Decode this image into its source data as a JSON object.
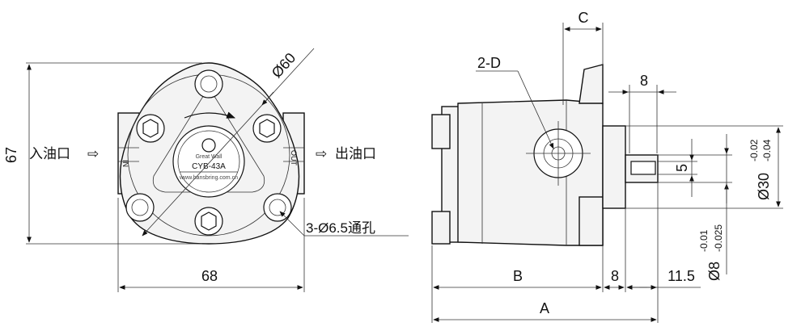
{
  "front_view": {
    "label_height": "67",
    "label_width": "68",
    "label_diameter": "Ø60",
    "label_holes": "3-Ø6.5通孔",
    "label_inlet": "入油口",
    "label_outlet": "出油口",
    "arrow_glyph": "⇨",
    "marking_in": "IN",
    "marking_out": "OUT",
    "plate_brand": "Great Wall",
    "plate_model": "CYB-43A",
    "plate_caption": "www.hansbring.com.cn"
  },
  "side_view": {
    "label_c": "C",
    "label_2d": "2-D",
    "label_8_top": "8",
    "label_5": "5",
    "label_shaft_diameter": "Ø30",
    "label_shaft_tol_upper": "-0.02",
    "label_shaft_tol_lower": "-0.04",
    "label_key_diameter": "Ø8",
    "label_key_tol_upper": "-0.01",
    "label_key_tol_lower": "-0.025",
    "label_b": "B",
    "label_8_bottom": "8",
    "label_11_5": "11.5",
    "label_a": "A"
  }
}
